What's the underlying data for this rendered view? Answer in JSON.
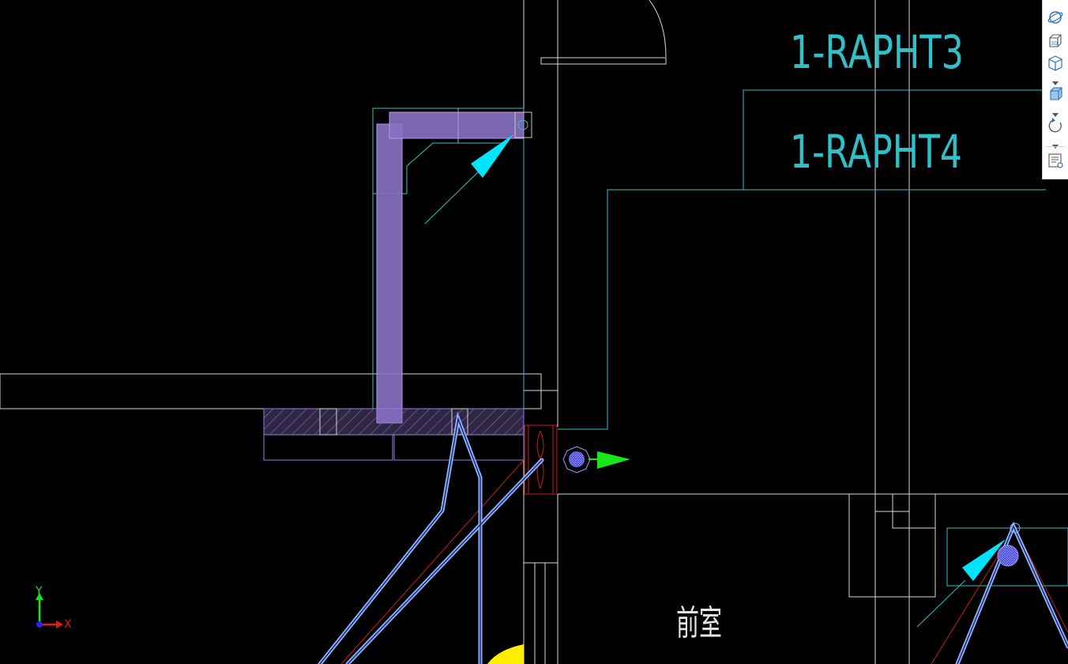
{
  "drawing": {
    "labels": {
      "rapht3": "1-RAPHT3",
      "rapht4": "1-RAPHT4",
      "room": "前室"
    },
    "colors": {
      "background": "#000000",
      "wall": "#d9d9d9",
      "cyan": "#2fc0c8",
      "duct_fill": "#8a70c4",
      "duct_outline": "#b49ae6",
      "blue_line": "#8fb4ff",
      "red": "#c81e1e",
      "arrow_cyan": "#00e5ff",
      "arrow_green": "#19e619",
      "yellow": "#ffee00"
    }
  },
  "toolbar": {
    "buttons": [
      {
        "name": "orbit-icon",
        "tooltip": "Orbit"
      },
      {
        "name": "view-3d-icon",
        "tooltip": "3D"
      },
      {
        "name": "view-cube-icon",
        "tooltip": "View"
      },
      {
        "name": "visual-style-icon",
        "tooltip": "Visual style"
      },
      {
        "name": "rotate-icon",
        "tooltip": "Rotate"
      },
      {
        "name": "properties-icon",
        "tooltip": "Properties"
      }
    ],
    "label_3d": "3D"
  },
  "ucs": {
    "x_label": "X",
    "y_label": "Y"
  }
}
